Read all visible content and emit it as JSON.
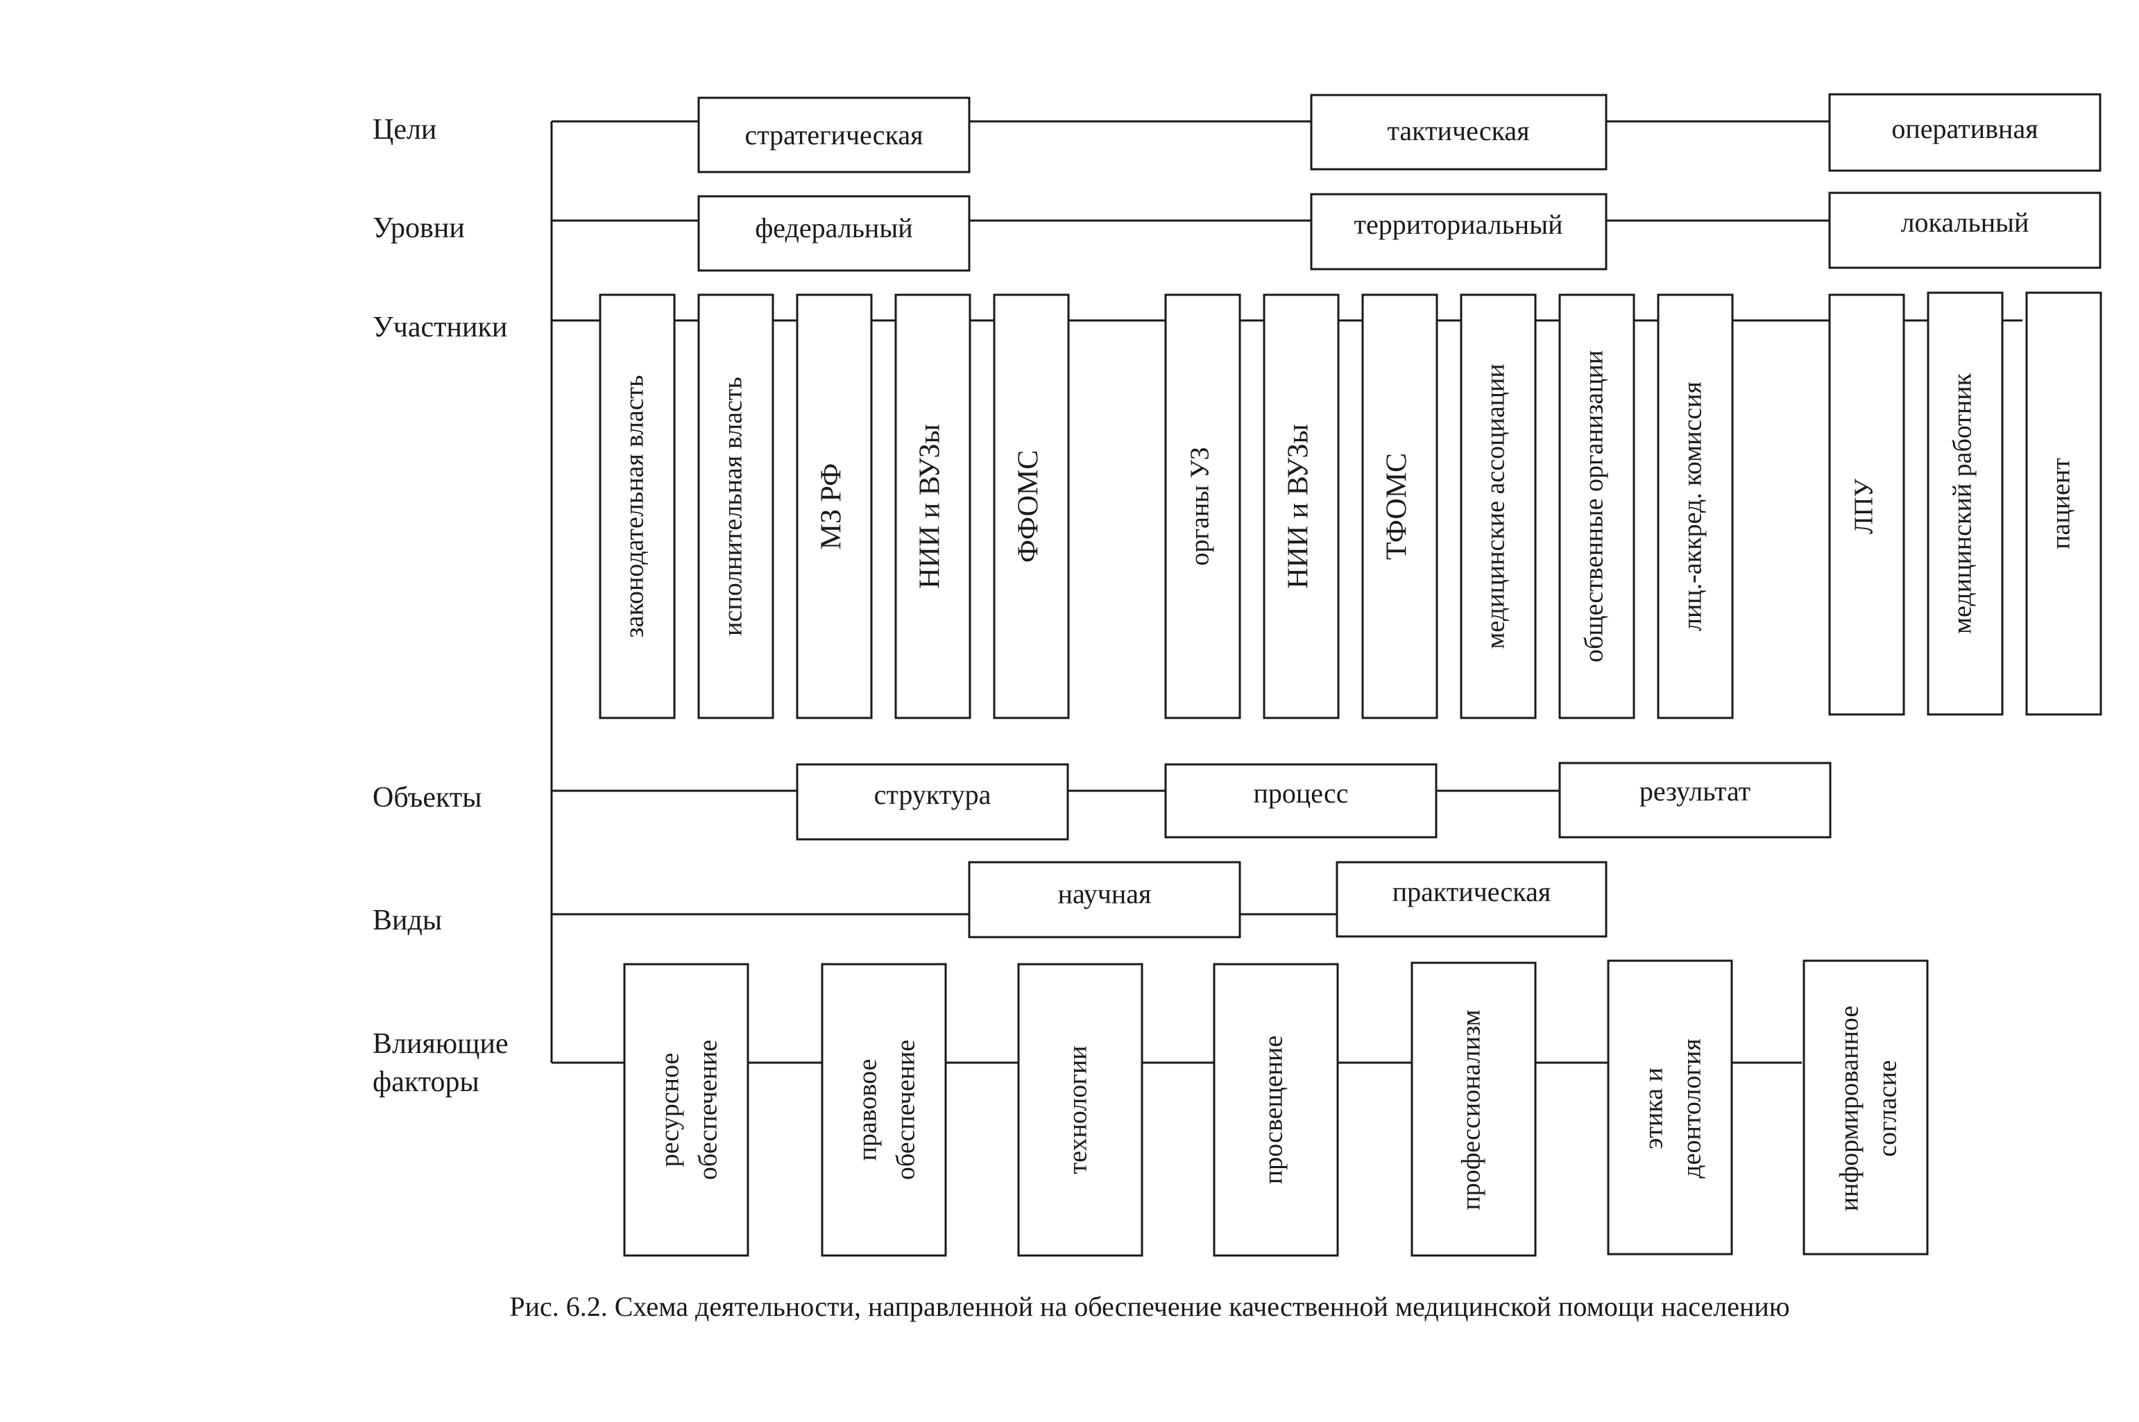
{
  "rows": {
    "goals": {
      "label": "Цели",
      "items": [
        "стратегическая",
        "тактическая",
        "оперативная"
      ]
    },
    "levels": {
      "label": "Уровни",
      "items": [
        "федеральный",
        "территориальный",
        "локальный"
      ]
    },
    "participants": {
      "label": "Участники",
      "items": [
        "законодательная власть",
        "исполнительная власть",
        "МЗ РФ",
        "НИИ и ВУЗы",
        "ФФОМС",
        "органы УЗ",
        "НИИ и ВУЗы",
        "ТФОМС",
        "медицинские ассоциации",
        "общественные организации",
        "лиц.-аккред. комиссия",
        "ЛПУ",
        "медицинский работник",
        "пациент"
      ]
    },
    "objects": {
      "label": "Объекты",
      "items": [
        "структура",
        "процесс",
        "результат"
      ]
    },
    "types": {
      "label": "Виды",
      "items": [
        "научная",
        "практическая"
      ]
    },
    "factors": {
      "label_line1": "Влияющие",
      "label_line2": "факторы",
      "items": [
        {
          "line1": "ресурсное",
          "line2": "обеспечение"
        },
        {
          "line1": "правовое",
          "line2": "обеспечение"
        },
        {
          "line1": "технологии",
          "line2": ""
        },
        {
          "line1": "просвещение",
          "line2": ""
        },
        {
          "line1": "профессионализм",
          "line2": ""
        },
        {
          "line1": "этика и",
          "line2": "деонтология"
        },
        {
          "line1": "информированное",
          "line2": "согласие"
        }
      ]
    }
  },
  "caption": "Рис. 6.2. Схема деятельности, направленной на обеспечение качественной медицинской помощи населению"
}
